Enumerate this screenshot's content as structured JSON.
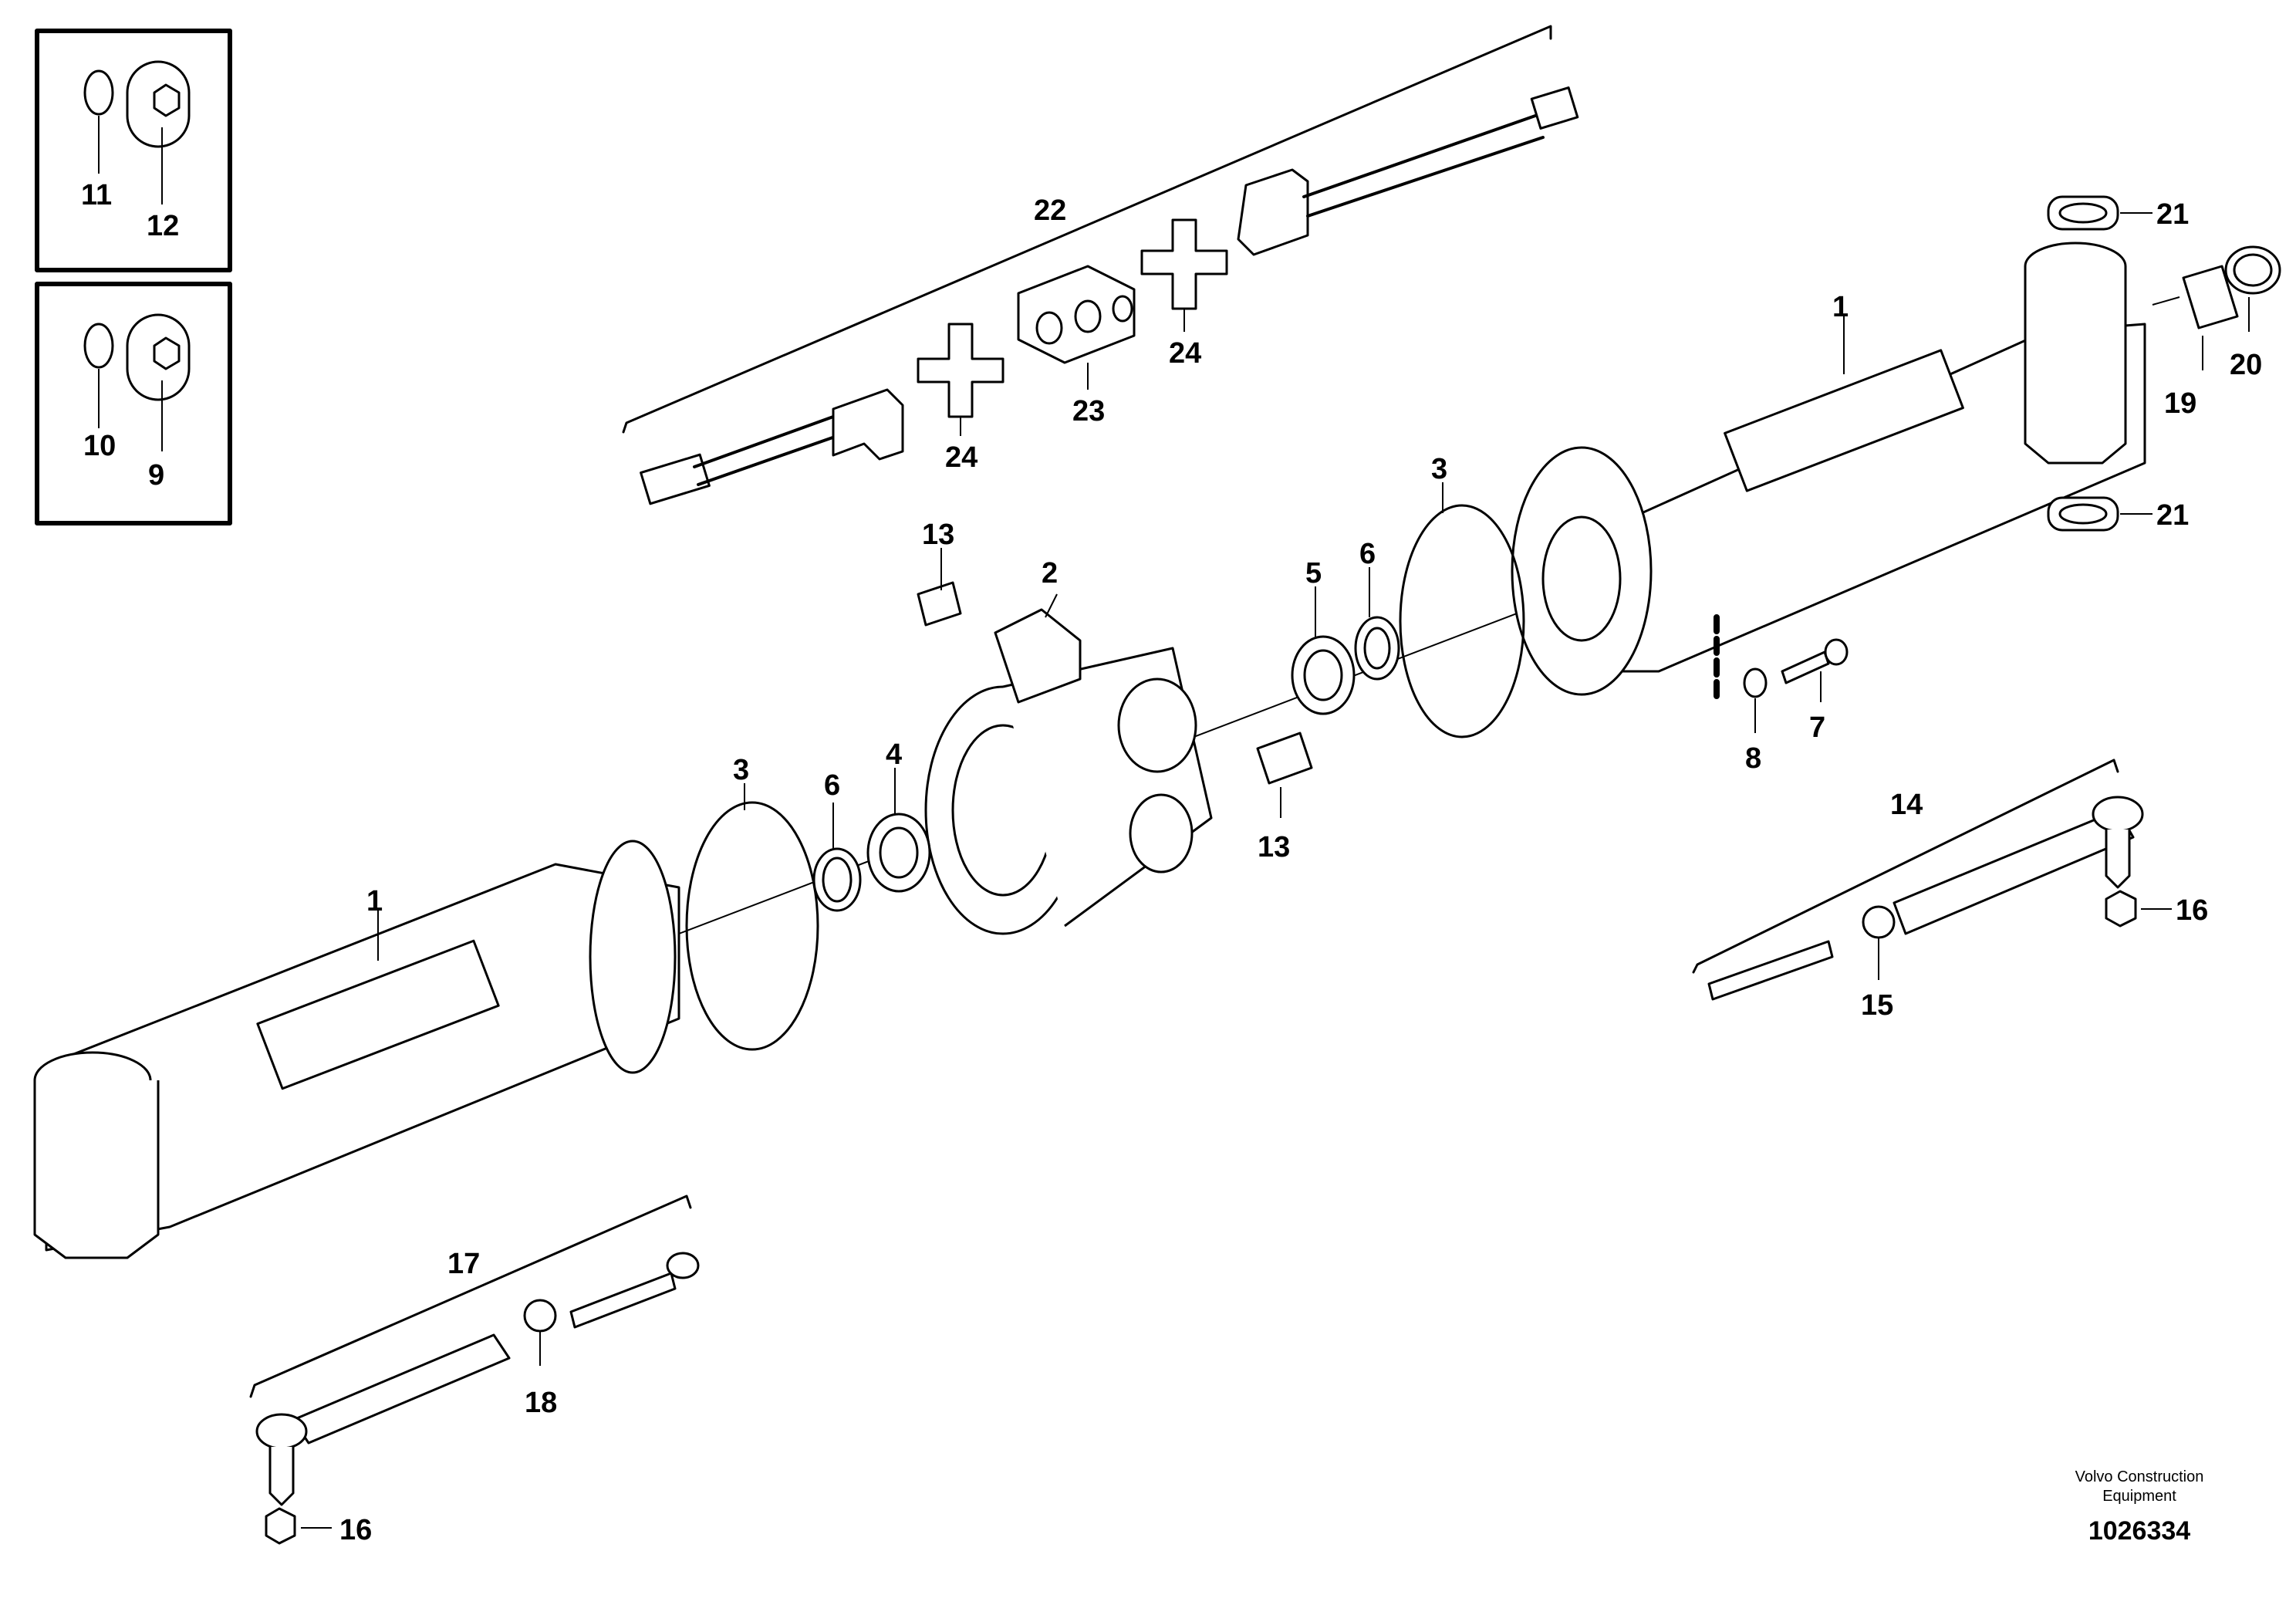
{
  "diagram": {
    "reference": "1026334",
    "caption_line1": "Volvo Construction",
    "caption_line2": "Equipment",
    "callouts": {
      "c1a": "1",
      "c1b": "1",
      "c2": "2",
      "c3a": "3",
      "c3b": "3",
      "c4": "4",
      "c5": "5",
      "c6a": "6",
      "c6b": "6",
      "c7": "7",
      "c8": "8",
      "c9": "9",
      "c10": "10",
      "c11": "11",
      "c12": "12",
      "c13a": "13",
      "c13b": "13",
      "c14": "14",
      "c15": "15",
      "c16a": "16",
      "c16b": "16",
      "c17": "17",
      "c18": "18",
      "c19": "19",
      "c20": "20",
      "c21a": "21",
      "c21b": "21",
      "c22": "22",
      "c23": "23",
      "c24a": "24",
      "c24b": "24"
    }
  }
}
